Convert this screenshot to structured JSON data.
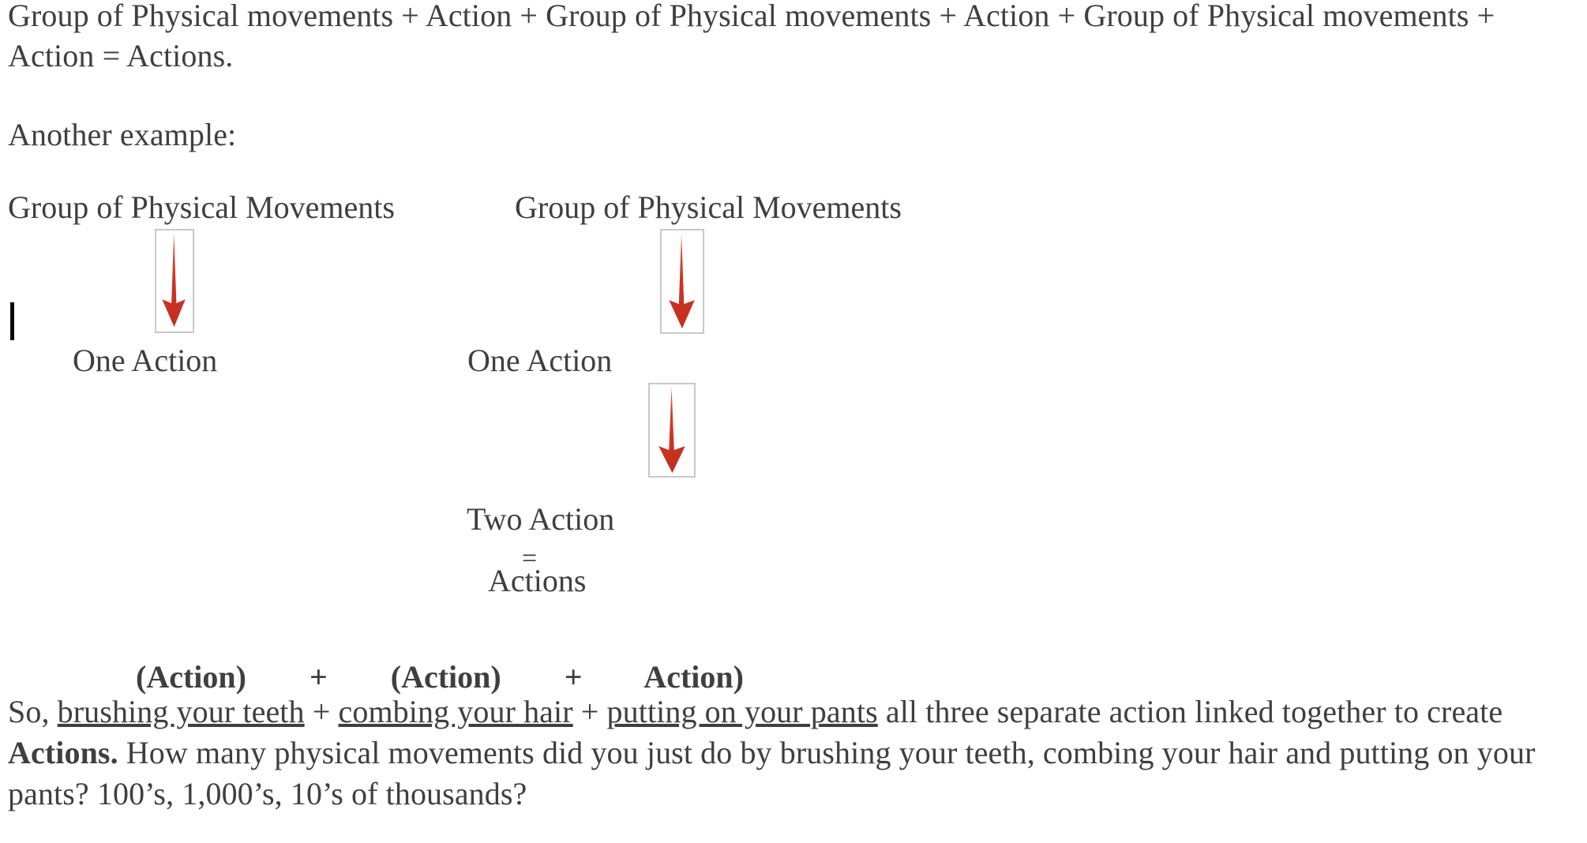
{
  "document": {
    "title": "Actions and Physical Movements explanation",
    "text_color": "#3f3f3f",
    "background_color": "#ffffff",
    "arrow_color": "#cc3423",
    "arrow_border_color": "#c9c9c9",
    "caret_color": "#050505"
  },
  "intro": {
    "paragraph": "Group of Physical movements + Action + Group of Physical movements  + Action + Group of Physical movements + Action = Actions."
  },
  "another_example": {
    "heading": "Another example:"
  },
  "columns": [
    {
      "header": "Group of Physical Movements",
      "arrow_icon": "down-arrow-icon",
      "labels": [
        "One Action"
      ]
    },
    {
      "header": "Group of Physical Movements",
      "arrow_icon": "down-arrow-icon",
      "labels": [
        "One Action",
        "Two Action",
        "=",
        "Actions"
      ]
    }
  ],
  "column1": {
    "header": "Group of Physical Movements",
    "label_one_action": "One Action"
  },
  "column2": {
    "header": "Group of Physical Movements",
    "label_one_action": "One Action",
    "label_two_action": "Two Action",
    "label_equals": "=",
    "label_actions": "Actions"
  },
  "action_sum": {
    "line": "(Action)        +        (Action)        +        Action)",
    "terms": [
      "(Action)",
      "(Action)",
      "Action)"
    ],
    "operator": "+"
  },
  "closing": {
    "segment_1": "So, ",
    "underlined_1": "brushing your teeth",
    "segment_2": " + ",
    "underlined_2": "combing your hair",
    "segment_3": " + ",
    "underlined_3": "putting on your pants",
    "segment_4": " all three separate action linked together to create ",
    "bold_1": "Actions.",
    "segment_5": " How many physical movements did you just do by brushing your teeth, combing your hair and putting on your pants? 100’s, 1,000’s, 10’s of thousands?"
  }
}
